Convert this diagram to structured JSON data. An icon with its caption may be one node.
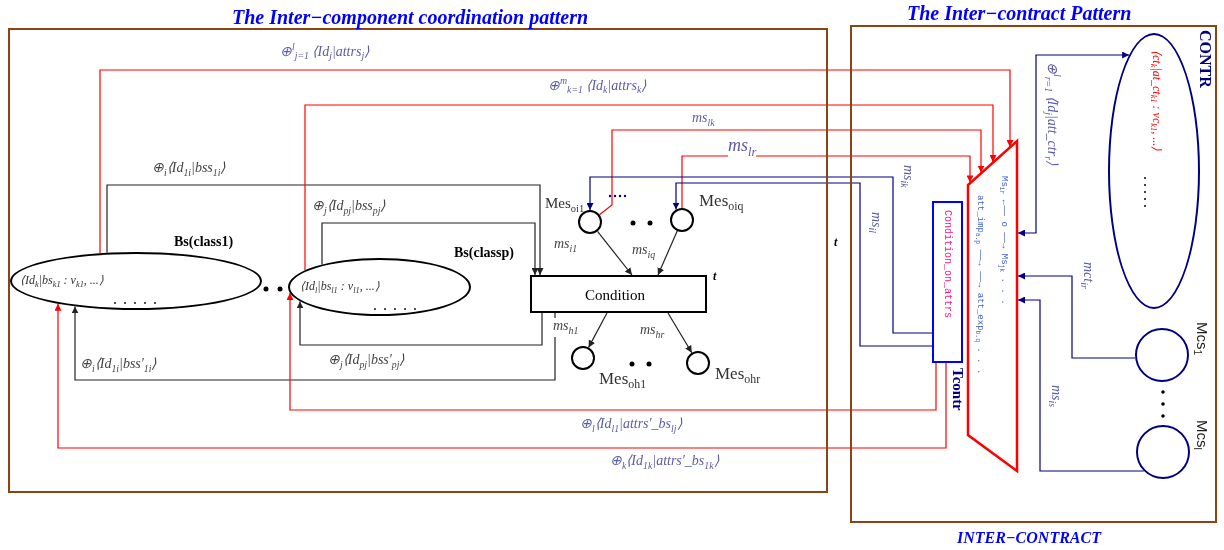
{
  "diagram": {
    "nodes": [
      {
        "text": [
          "The Inter−component coordination pattern"
        ]
      },
      {
        "text": [
          "The Inter−contract Pattern",
          "INTER−CONTRACT"
        ]
      },
      {
        "text": [
          "Bs(class1)",
          "⟨Id$_{k}$|bs$_{k1}$ : v$_{k1}$, ...⟩"
        ],
        "in": 0
      },
      {
        "text": [
          "Bs(classp)",
          "⟨Id$_{l}$|bs$_{l1}$ : v$_{l1}$, ...⟩"
        ],
        "in": 0
      },
      {
        "text": [
          "Condition"
        ],
        "beside": [
          "t"
        ],
        "in": 0
      },
      {
        "text": [],
        "shape": "circle",
        "beside": [
          "Mes$_{oi1}$"
        ],
        "in": 0
      },
      {
        "text": [],
        "shape": "circle",
        "beside": [
          "Mes$_{oiq}$"
        ],
        "in": 0
      },
      {
        "text": [],
        "shape": "circle",
        "beside": [
          "Mes$_{oh1}$"
        ],
        "in": 0
      },
      {
        "text": [],
        "shape": "circle",
        "beside": [
          "Mes$_{ohr}$"
        ],
        "in": 0
      },
      {
        "text": [
          "Ms$_{ir}$ ←—— o ——→ Ms$_{jk}$ . . .",
          "att_imp$_{a.p}$ ——→ ——→ att_exp$_{b.q}$ . . ."
        ],
        "beside": [
          "Tcontr"
        ],
        "in": 1
      },
      {
        "text": [
          "Condition_on_attrs"
        ],
        "in": 1
      },
      {
        "text": [
          "⟨ct$_{k}$|at_ct$_{k1}$ : vc$_{k1}$, ...⟩"
        ],
        "beside": [
          "CONTR"
        ],
        "in": 1
      },
      {
        "text": [],
        "shape": "circle",
        "beside": [
          "Mcs$_{1}$"
        ],
        "in": 1
      },
      {
        "text": [],
        "shape": "circle",
        "beside": [
          "Mcs$_{l}$"
        ],
        "in": 1
      }
    ],
    "edges": [
      {
        "from": 2,
        "to": 4,
        "arrow": "to",
        "label": "⊕$_{i}$⟨Id$_{1i}$|bss$_{1i}$⟩"
      },
      {
        "from": 3,
        "to": 4,
        "arrow": "to",
        "label": "⊕$_{j}$⟨Id$_{pj}$|bss$_{pj}$⟩"
      },
      {
        "from": 4,
        "to": 2,
        "arrow": "to",
        "label": "⊕$_{i}$⟨Id$_{1i}$|bss′$_{1i}$⟩"
      },
      {
        "from": 4,
        "to": 3,
        "arrow": "to",
        "label": "⊕$_{j}$⟨Id$_{pj}$|bss′$_{pj}$⟩"
      },
      {
        "from": 5,
        "to": 4,
        "arrow": "to",
        "label": "ms$_{i1}$"
      },
      {
        "from": 6,
        "to": 4,
        "arrow": "to",
        "label": "ms$_{iq}$"
      },
      {
        "from": 4,
        "to": 7,
        "arrow": "to",
        "label": "ms$_{h1}$"
      },
      {
        "from": 4,
        "to": 8,
        "arrow": "to",
        "label": "ms$_{hr}$"
      },
      {
        "from": 2,
        "to": 9,
        "arrow": "to",
        "label": "⊕$^{l}$$_{j=1}$ ⟨Id$_{j}$|attrs$_{j}$⟩",
        "color": "#ff0000"
      },
      {
        "from": 3,
        "to": 9,
        "arrow": "to",
        "label": "⊕$^{m}$$_{k=1}$ ⟨Id$_{k}$|attrs$_{k}$⟩",
        "color": "#ff0000"
      },
      {
        "from": 5,
        "to": 9,
        "arrow": "to",
        "label": "ms$_{lk}$",
        "color": "#ff0000"
      },
      {
        "from": 6,
        "to": 9,
        "arrow": "to",
        "label": "ms$_{lr}$",
        "color": "#ff0000"
      },
      {
        "from": 10,
        "to": 3,
        "arrow": "to",
        "label": "⊕$_{l}$⟨Id$_{l1}$|attrs′_bs$_{lj}$⟩",
        "color": "#ff0000"
      },
      {
        "from": 10,
        "to": 2,
        "arrow": "to",
        "label": "⊕$_{k}$⟨Id$_{1k}$|attrs′_bs$_{1k}$⟩",
        "color": "#ff0000"
      },
      {
        "from": 10,
        "to": 5,
        "arrow": "to",
        "label": "ms$_{ik}$",
        "color": "#000080"
      },
      {
        "from": 10,
        "to": 6,
        "arrow": "to",
        "label": "ms$_{il}$",
        "color": "#000080"
      },
      {
        "from": 9,
        "to": 11,
        "arrow": "both",
        "label": "⊕$^{l}$$_{r=1}$ ⟨Id$_{j}$|att_ctr$_{r}$⟩",
        "color": "#000080"
      },
      {
        "from": 12,
        "to": 9,
        "arrow": "to",
        "label": "mct$_{ir}$",
        "color": "#000080"
      },
      {
        "from": 13,
        "to": 9,
        "arrow": "to",
        "label": "ms$_{is}$",
        "color": "#000080"
      }
    ],
    "labels": [
      "t"
    ]
  }
}
